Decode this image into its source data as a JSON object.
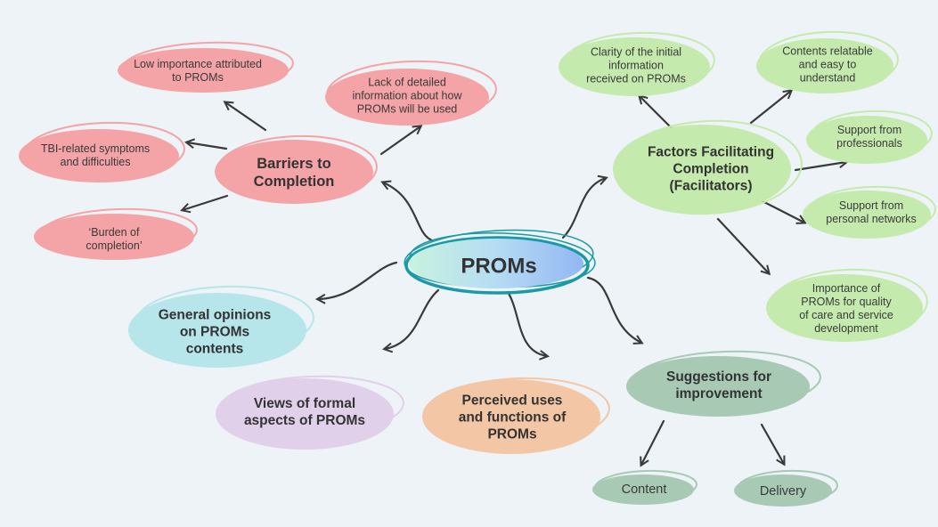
{
  "colors": {
    "background": "#edf3f6",
    "barrier": "#f4a3a6",
    "facilitator": "#c5eaae",
    "opinions": "#b6e5ea",
    "formal": "#e1d0ea",
    "uses": "#f3c7a6",
    "suggestions": "#a8cab5",
    "arrow": "#3a3a3a",
    "center_teal": "#1a9aa6"
  },
  "center": {
    "label": "PROMs"
  },
  "barriers": {
    "title": "Barriers to\nCompletion",
    "items": [
      "Low importance attributed\nto PROMs",
      "Lack of detailed\ninformation  about how\nPROMs will be used",
      "TBI-related symptoms\nand difficulties",
      "‘Burden of\ncompletion’"
    ]
  },
  "facilitators": {
    "title": "Factors Facilitating\nCompletion\n(Facilitators)",
    "items": [
      "Clarity of the initial\ninformation\nreceived on PROMs",
      "Contents relatable\nand easy to\nunderstand",
      "Support from\nprofessionals",
      "Support from\npersonal networks",
      "Importance of\nPROMs for quality\nof care and service\ndevelopment"
    ]
  },
  "themes": {
    "general_opinions": "General opinions\non PROMs\ncontents",
    "formal_aspects": "Views of formal\naspects of PROMs",
    "perceived_uses": "Perceived uses\nand functions of\nPROMs"
  },
  "suggestions": {
    "title": "Suggestions for\nimprovement",
    "items": [
      "Content",
      "Delivery"
    ]
  }
}
